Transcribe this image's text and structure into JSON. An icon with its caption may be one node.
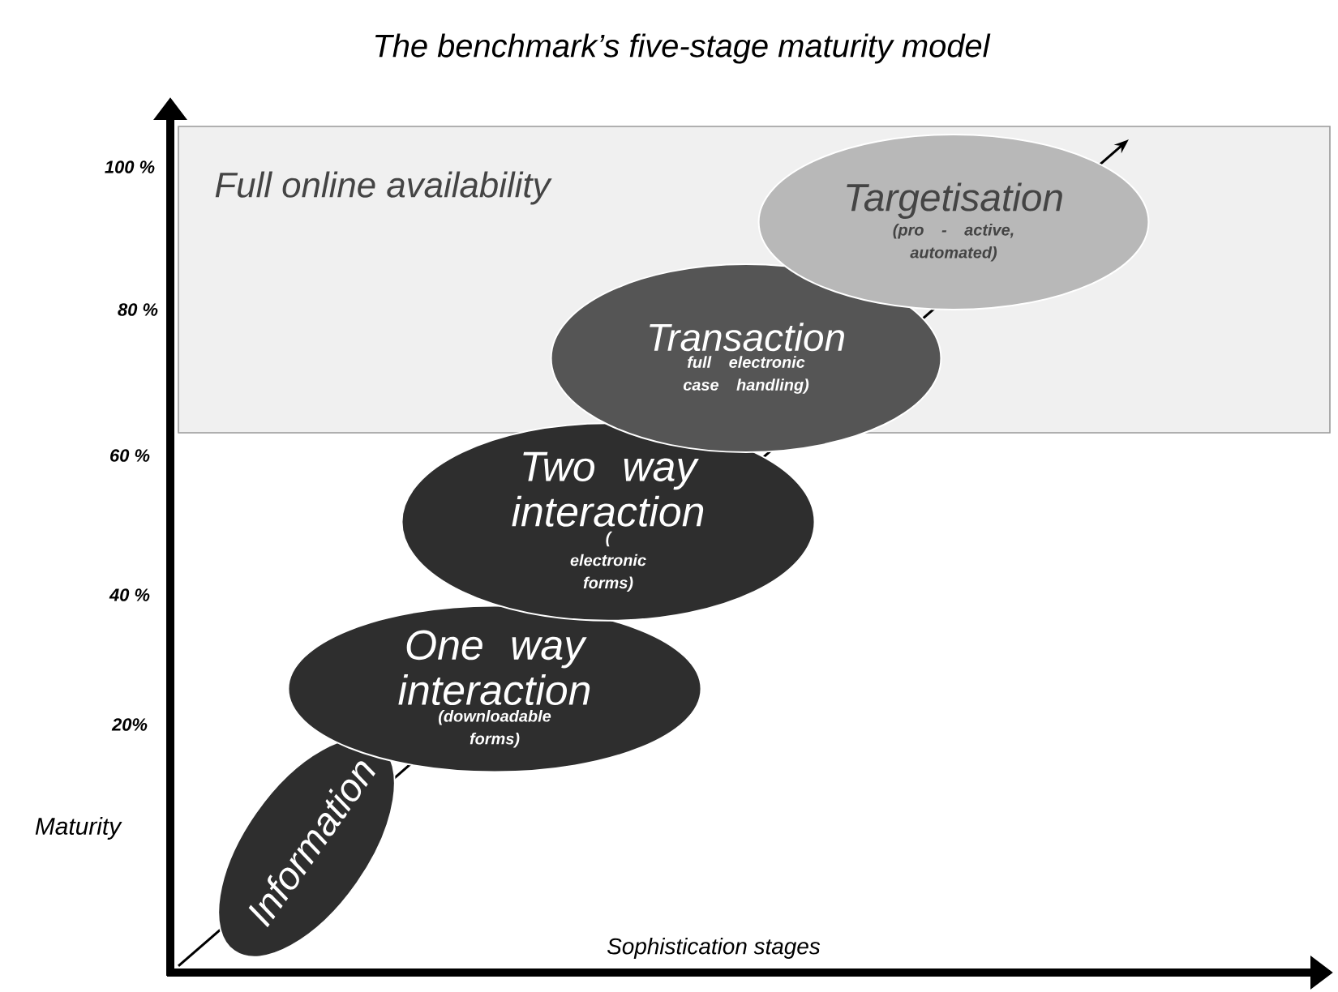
{
  "diagram": {
    "title": "The benchmark’s five-stage maturity model",
    "nodes": [
      {
        "text": [
          "Full online availability"
        ]
      },
      {
        "text": [
          "Information"
        ]
      },
      {
        "text": [
          "One way interaction",
          "(downloadable forms)"
        ]
      },
      {
        "text": [
          "Two way interaction",
          "( electronic forms)"
        ]
      },
      {
        "text": [
          "Transaction",
          "full electronic case handling)"
        ]
      },
      {
        "text": [
          "Targetisation",
          "(pro - active, automated)"
        ],
        "in": 0
      }
    ],
    "labels": [
      "100 %",
      "80 %",
      "60 %",
      "40 %",
      "20%",
      "Maturity",
      "Sophistication stages"
    ]
  }
}
